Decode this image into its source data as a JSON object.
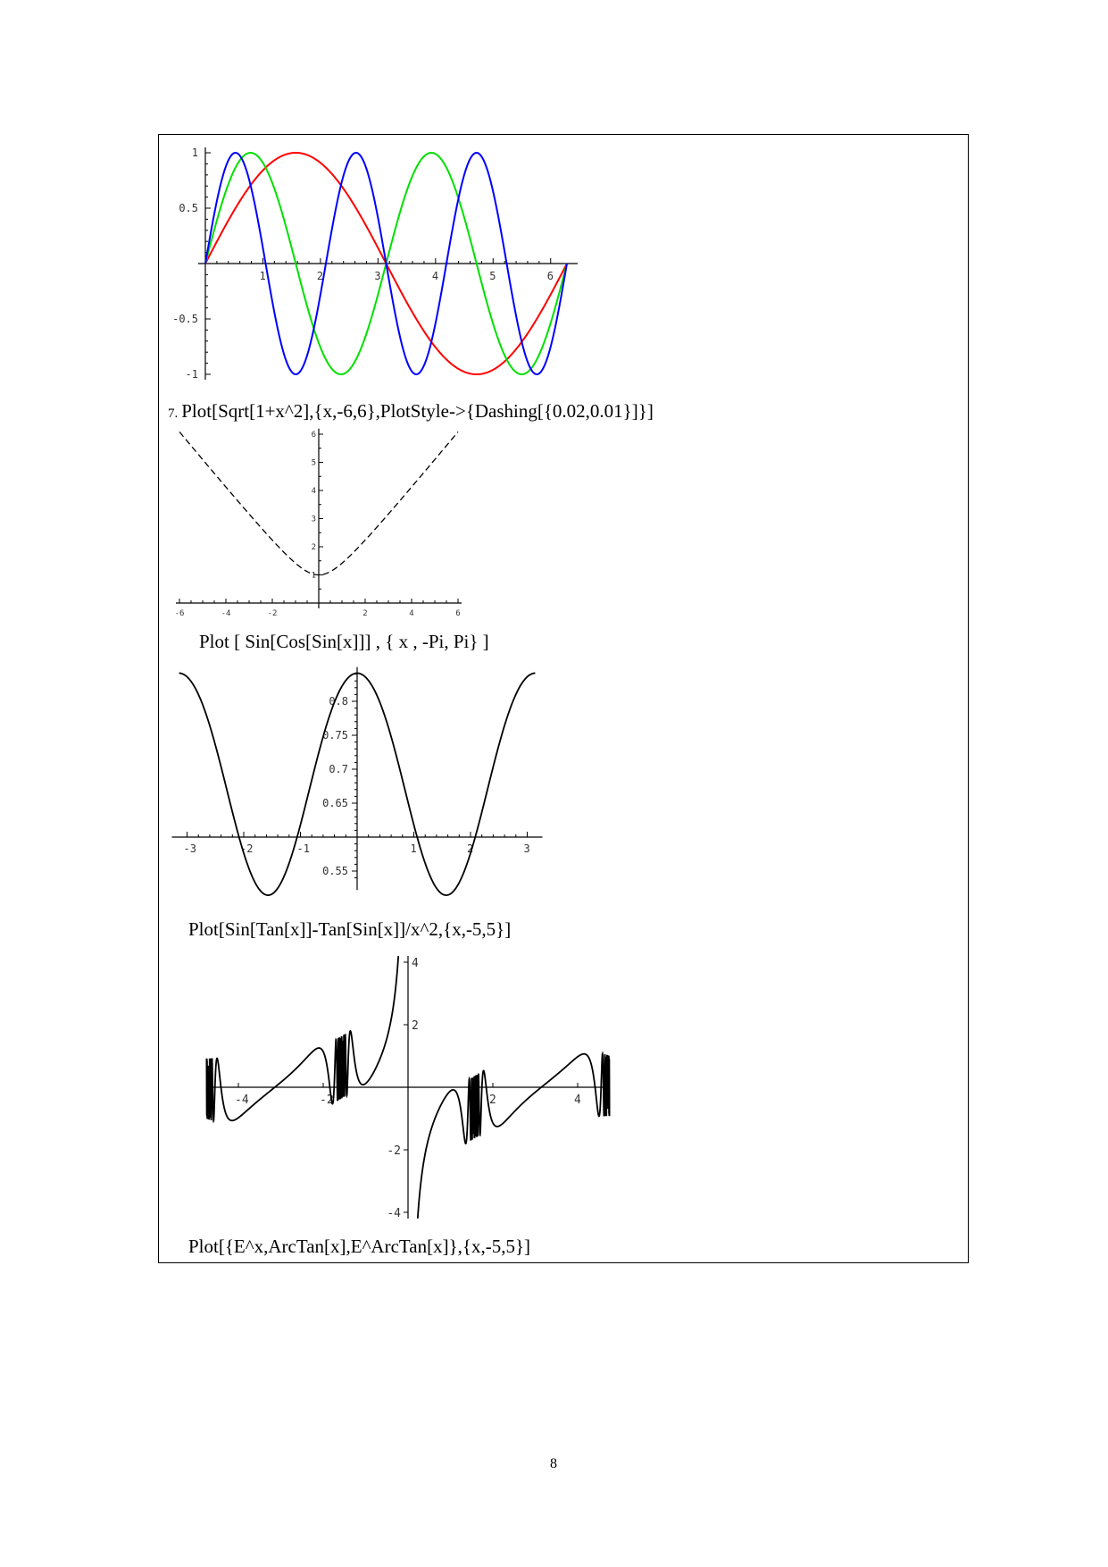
{
  "captions": {
    "item_number": "7.",
    "plot_sqrt": "Plot[Sqrt[1+x^2],{x,-6,6},PlotStyle->{Dashing[{0.02,0.01}]}]",
    "plot_sin_cos_sin": "Plot [ Sin[Cos[Sin[x]]] , { x , -Pi, Pi} ]",
    "plot_sin_tan": "Plot[Sin[Tan[x]]-Tan[Sin[x]]/x^2,{x,-5,5}]",
    "plot_exp_arctan": "Plot[{E^x,ArcTan[x],E^ArcTan[x]},{x,-5,5}]"
  },
  "page_number": "8",
  "chart_data": [
    {
      "type": "line",
      "title": "",
      "xlim": [
        0,
        6.2832
      ],
      "ylim": [
        -1,
        1
      ],
      "xticks": [
        "1",
        "2",
        "3",
        "4",
        "5",
        "6"
      ],
      "yticks": [
        "1",
        "0.5",
        "-0.5",
        "-1"
      ],
      "series": [
        {
          "function": "sin(x)",
          "color": "#ff0000"
        },
        {
          "function": "sin(2x)",
          "color": "#00e000"
        },
        {
          "function": "sin(3x)",
          "color": "#0000ff"
        }
      ]
    },
    {
      "type": "line",
      "xlim": [
        -6,
        6
      ],
      "ylim": [
        0,
        6.2
      ],
      "xticks": [
        "-6",
        "-4",
        "-2",
        "2",
        "4",
        "6"
      ],
      "yticks": [
        "1",
        "2",
        "3",
        "4",
        "5",
        "6"
      ],
      "series": [
        {
          "function": "sqrt(1+x^2)",
          "color": "#000000",
          "dashing": [
            0.02,
            0.01
          ]
        }
      ]
    },
    {
      "type": "line",
      "xlim": [
        -3.1416,
        3.1416
      ],
      "ylim": [
        0.53,
        0.8415
      ],
      "axis_origin_y": 0.6,
      "xticks": [
        "-3",
        "-2",
        "-1",
        "1",
        "2",
        "3"
      ],
      "yticks": [
        "0.8",
        "0.75",
        "0.7",
        "0.65",
        "0.55"
      ],
      "series": [
        {
          "function": "sin(cos(sin(x)))",
          "color": "#000000"
        }
      ]
    },
    {
      "type": "line",
      "xlim": [
        -5,
        5
      ],
      "ylim": [
        -4.2,
        4.2
      ],
      "xticks": [
        "-4",
        "-2",
        "2",
        "4"
      ],
      "yticks": [
        "4",
        "2",
        "-2",
        "-4"
      ],
      "series": [
        {
          "function": "sin(tan(x))-tan(sin(x))/x^2",
          "color": "#000000"
        }
      ]
    }
  ]
}
